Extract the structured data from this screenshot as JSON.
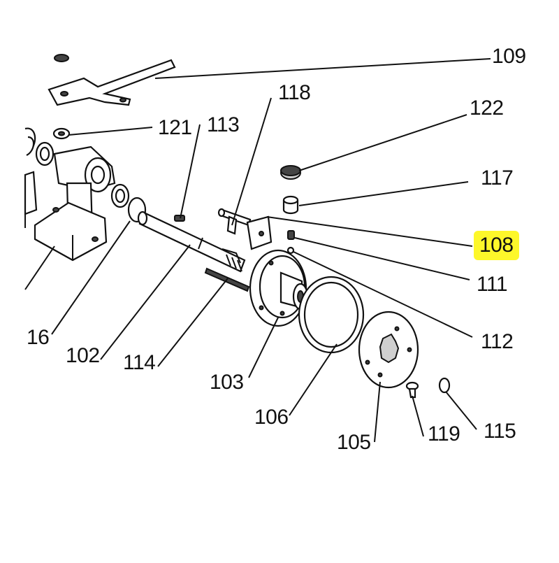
{
  "diagram": {
    "highlight_color": "#fdf72a",
    "labels": [
      {
        "id": "109",
        "text": "109"
      },
      {
        "id": "118",
        "text": "118"
      },
      {
        "id": "122",
        "text": "122"
      },
      {
        "id": "121",
        "text": "121"
      },
      {
        "id": "113",
        "text": "113"
      },
      {
        "id": "117",
        "text": "117"
      },
      {
        "id": "108",
        "text": "108",
        "highlighted": true
      },
      {
        "id": "111",
        "text": "111"
      },
      {
        "id": "112",
        "text": "112"
      },
      {
        "id": "16",
        "text": "16"
      },
      {
        "id": "102",
        "text": "102"
      },
      {
        "id": "114",
        "text": "114"
      },
      {
        "id": "103",
        "text": "103"
      },
      {
        "id": "106",
        "text": "106"
      },
      {
        "id": "105",
        "text": "105"
      },
      {
        "id": "119",
        "text": "119"
      },
      {
        "id": "115",
        "text": "115"
      }
    ]
  }
}
